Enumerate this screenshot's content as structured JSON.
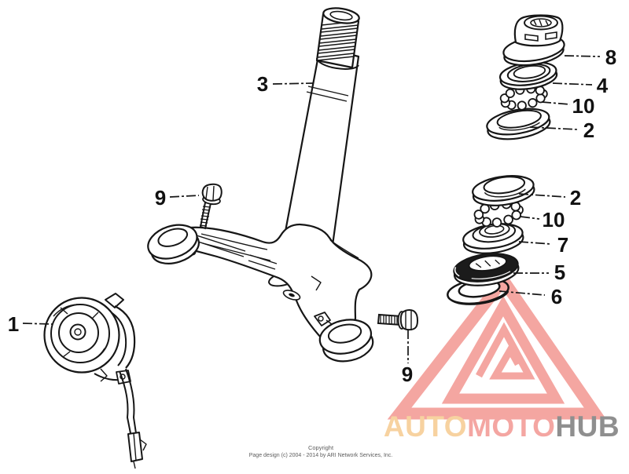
{
  "diagram": {
    "callouts": [
      {
        "label": "1"
      },
      {
        "label": "3"
      },
      {
        "label": "9"
      },
      {
        "label": "9"
      },
      {
        "label": "8"
      },
      {
        "label": "4"
      },
      {
        "label": "10"
      },
      {
        "label": "2"
      },
      {
        "label": "2"
      },
      {
        "label": "10"
      },
      {
        "label": "7"
      },
      {
        "label": "5"
      },
      {
        "label": "6"
      }
    ],
    "line_color": "#161616"
  },
  "watermark": {
    "triangle_color": "#f4a6a1",
    "brand_segments": [
      {
        "text": "AUTO",
        "color": "#f7d2a0"
      },
      {
        "text": "MOTO",
        "color": "#f4a6a2"
      },
      {
        "text": "HUB",
        "color": "#8f8f8f"
      }
    ]
  },
  "footer": {
    "line1": "Copyright",
    "line2": "Page design (c) 2004 - 2014 by ARI Network Services, Inc."
  }
}
